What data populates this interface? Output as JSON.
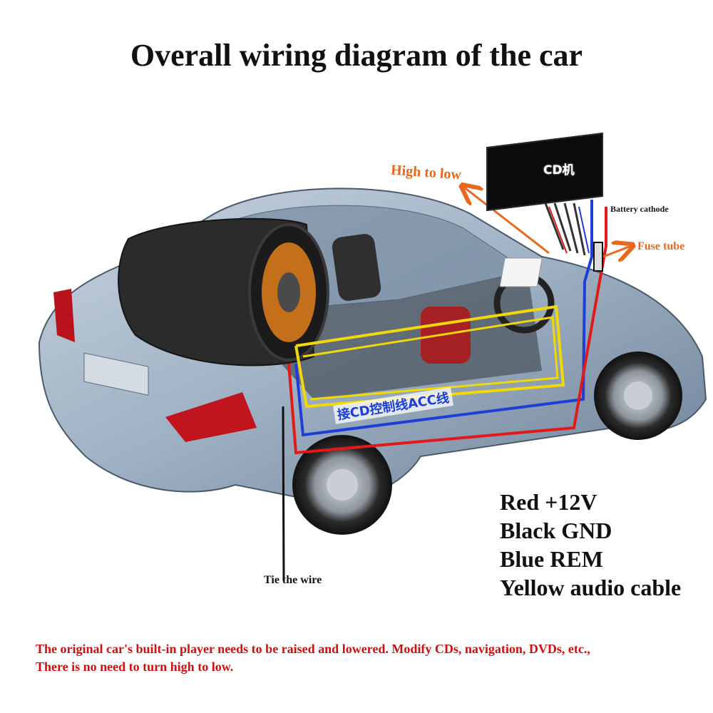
{
  "title": "Overall wiring diagram of the car",
  "labels": {
    "high_to_low": "High to low",
    "cd_unit": "CD机",
    "battery_cathode": "Battery cathode",
    "fuse_tube": "Fuse tube",
    "acc_line": "接CD控制线ACC线",
    "tie_wire": "Tie the wire"
  },
  "legend": [
    {
      "text": "Red +12V",
      "color": "#e01919"
    },
    {
      "text": "Black GND",
      "color": "#111111"
    },
    {
      "text": "Blue REM",
      "color": "#1d3ed8"
    },
    {
      "text": "Yellow audio cable",
      "color": "#f0d80a"
    }
  ],
  "footer": {
    "line1": "The original car's built-in player needs to be raised and lowered. Modify CDs, navigation, DVDs, etc.,",
    "line2": "There is no need to turn high to low."
  },
  "colors": {
    "accent_orange": "#e8691e",
    "footer_red": "#d10f0f",
    "car_body": "#9fb3c8"
  }
}
